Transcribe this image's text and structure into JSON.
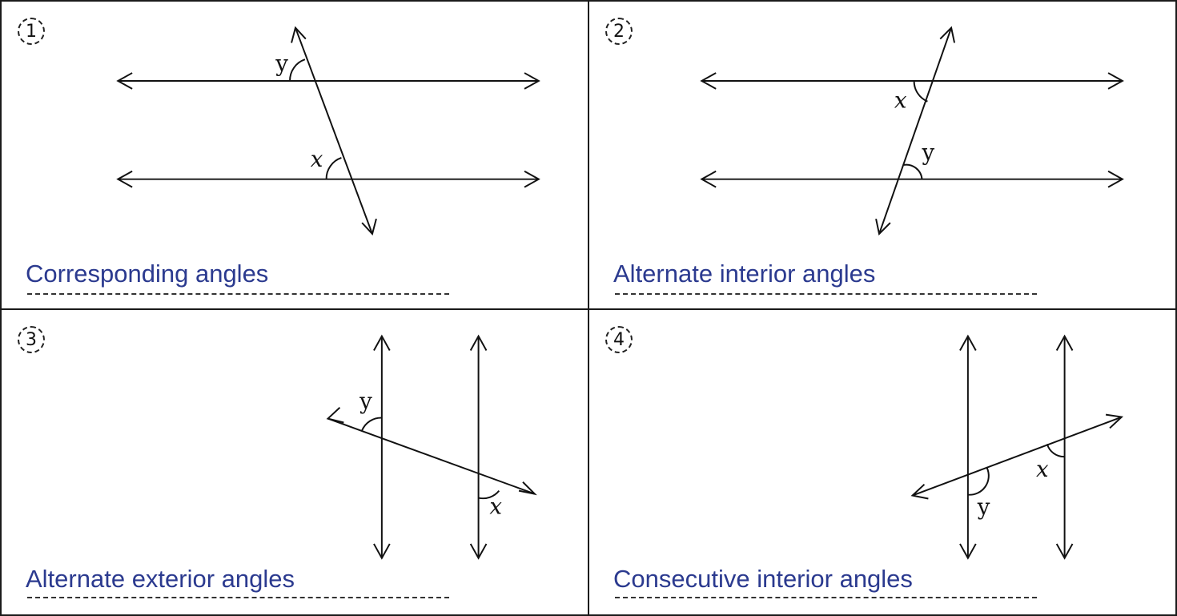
{
  "panels": [
    {
      "number": "1",
      "answer": "Corresponding angles",
      "label_x": "x",
      "label_y": "y"
    },
    {
      "number": "2",
      "answer": "Alternate interior angles",
      "label_x": "x",
      "label_y": "y"
    },
    {
      "number": "3",
      "answer": "Alternate exterior angles",
      "label_x": "x",
      "label_y": "y"
    },
    {
      "number": "4",
      "answer": "Consecutive interior angles",
      "label_x": "x",
      "label_y": "y"
    }
  ],
  "colors": {
    "answer_text": "#2b3a8f",
    "lines": "#111111"
  }
}
